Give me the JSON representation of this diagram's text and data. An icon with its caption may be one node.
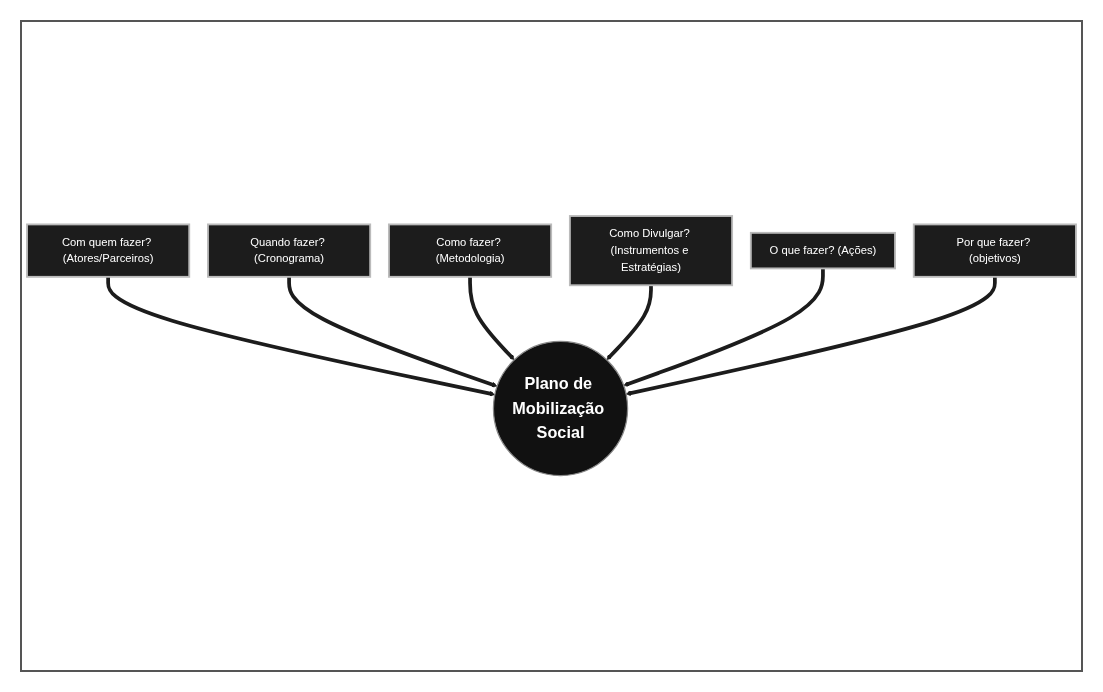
{
  "diagram": {
    "nodes": [
      {
        "text": [
          "Quando fazer? (Cronograma)"
        ]
      },
      {
        "text": [
          "Como fazer? (Metodologia)"
        ]
      },
      {
        "text": [
          "Com quem fazer? (Atores/Parceiros)"
        ]
      },
      {
        "text": [
          "Como Divulgar? (Instrumentos e Estratégias)"
        ]
      },
      {
        "text": [
          "O que fazer? (Ações)"
        ]
      },
      {
        "text": [
          "Plano de Mobilização Social"
        ]
      },
      {
        "text": [
          "Por que fazer? (objetivos)"
        ]
      }
    ],
    "edges": [
      {
        "from": 2,
        "to": 5,
        "arrow": "to"
      },
      {
        "from": 0,
        "to": 5,
        "arrow": "to"
      },
      {
        "from": 1,
        "to": 5,
        "arrow": "to"
      },
      {
        "from": 3,
        "to": 5,
        "arrow": "to"
      },
      {
        "from": 4,
        "to": 5,
        "arrow": "to"
      },
      {
        "from": 6,
        "to": 5,
        "arrow": "to"
      }
    ]
  }
}
